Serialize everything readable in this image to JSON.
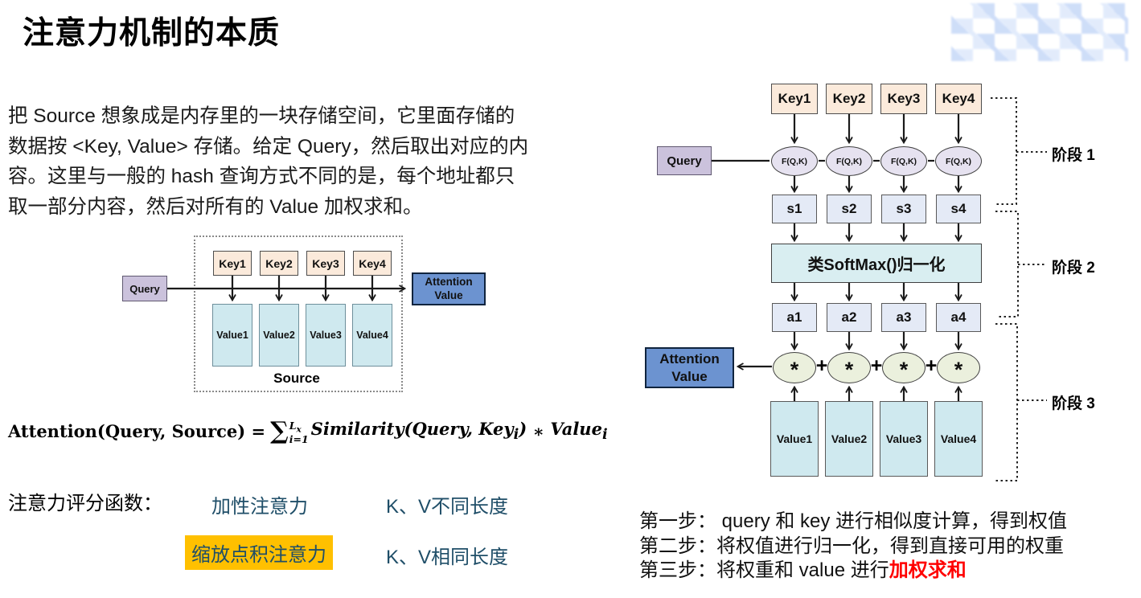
{
  "slide": {
    "title": "注意力机制的本质"
  },
  "watermark": {
    "name": "blurred-logo"
  },
  "intro": {
    "lines": [
      "把 Source 想象成是内存里的一块存储空间，它里面存储的",
      "数据按 <Key, Value> 存储。给定 Query，然后取出对应的内",
      "容。这里与一般的 hash 查询方式不同的是，每个地址都只",
      "取一部分内容，然后对所有的 Value 加权求和。"
    ]
  },
  "left_diagram": {
    "query": "Query",
    "keys": [
      "Key1",
      "Key2",
      "Key3",
      "Key4"
    ],
    "values": [
      "Value1",
      "Value2",
      "Value3",
      "Value4"
    ],
    "source": "Source",
    "attention": "Attention Value"
  },
  "formula": {
    "lhs": "Attention(Query, Source) = ",
    "sigma": "∑",
    "upper": "L",
    "upper_sub": "x",
    "lower": "i=1",
    "term1": "Similarity(Query, Key",
    "term1_sub": "i",
    "term1_close": ")",
    "op": " ∗ ",
    "term2": "Value",
    "term2_sub": "i"
  },
  "scoring": {
    "heading": "注意力评分函数：",
    "additive": "加性注意力",
    "additive_note": "K、V不同长度",
    "scaled_dot": "缩放点积注意力",
    "scaled_dot_note": "K、V相同长度"
  },
  "right_diagram": {
    "keys": [
      "Key1",
      "Key2",
      "Key3",
      "Key4"
    ],
    "query": "Query",
    "f": [
      "F(Q,K)",
      "F(Q,K)",
      "F(Q,K)",
      "F(Q,K)"
    ],
    "s": [
      "s1",
      "s2",
      "s3",
      "s4"
    ],
    "softmax": "类SoftMax()归一化",
    "a": [
      "a1",
      "a2",
      "a3",
      "a4"
    ],
    "star": "*",
    "plus": "+",
    "values": [
      "Value1",
      "Value2",
      "Value3",
      "Value4"
    ],
    "attention": "Attention Value",
    "stage1": "阶段 1",
    "stage2": "阶段 2",
    "stage3": "阶段 3"
  },
  "steps": {
    "line1": "第一步： query 和 key 进行相似度计算，得到权值",
    "line2": "第二步：将权值进行归一化，得到直接可用的权重",
    "line3_prefix": "第三步：将权重和 value 进行",
    "line3_emphasis": "加权求和"
  },
  "colors": {
    "key_fill": "#FBEADB",
    "query_fill": "#CBC2DC",
    "value_fill": "#CFE9EF",
    "attention_fill": "#6C93D0",
    "sa_fill": "#E4EAF6",
    "f_fill": "#E6E2F0",
    "softmax_fill": "#D9EEF1",
    "star_fill": "#EBF0DD",
    "highlight": "#FFC000",
    "accent_text": "#1F4E68",
    "emphasis": "#FF0000"
  }
}
